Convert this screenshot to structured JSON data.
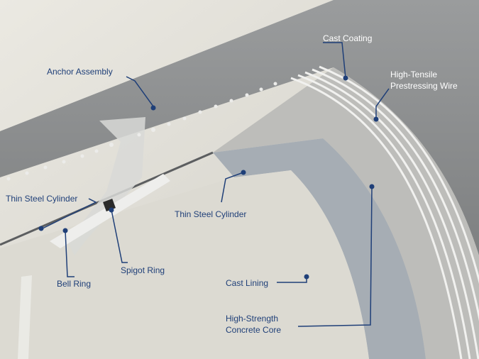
{
  "labels": {
    "cast_coating": "Cast Coating",
    "high_tensile_1": "High-Tensile",
    "high_tensile_2": "Prestressing Wire",
    "anchor_assembly": "Anchor Assembly",
    "thin_steel_cylinder_left": "Thin Steel Cylinder",
    "thin_steel_cylinder_center": "Thin Steel Cylinder",
    "spigot_ring": "Spigot Ring",
    "bell_ring": "Bell Ring",
    "cast_lining": "Cast Lining",
    "high_strength_1": "High-Strength",
    "high_strength_2": "Concrete Core"
  },
  "colors": {
    "leader": "#1f3f78",
    "outer_coating": "#8f9192",
    "concrete_core": "#b6b7b4",
    "lining": "#d3d2cb",
    "interior": "#e4e2da",
    "wire": "#f1f1ef"
  }
}
